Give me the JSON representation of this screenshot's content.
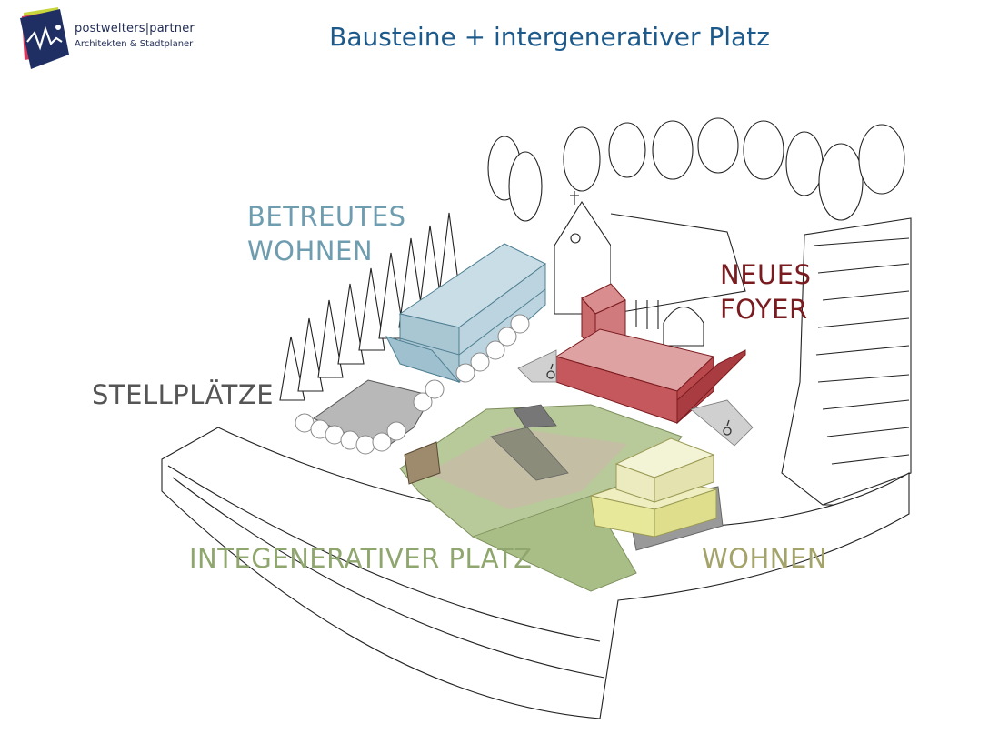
{
  "header": {
    "title": "Bausteine + intergenerativer Platz",
    "logo_name": "postwelters|partner",
    "logo_subtitle": "Architekten & Stadtplaner",
    "logo_icon": "postwelters-logo-icon"
  },
  "labels": {
    "betreutes_wohnen_1": "BETREUTES",
    "betreutes_wohnen_2": "WOHNEN",
    "neues_foyer_1": "NEUES",
    "neues_foyer_2": "FOYER",
    "stellplaetze": "STELLPLÄTZE",
    "platz": "INTEGENERATIVER PLATZ",
    "wohnen": "WOHNEN"
  },
  "colors": {
    "title": "#1d5a8c",
    "betreutes_wohnen": "#6f9db0",
    "neues_foyer": "#7a1b1f",
    "stellplaetze": "#555555",
    "platz": "#8fa66e",
    "wohnen": "#a3a36a"
  }
}
